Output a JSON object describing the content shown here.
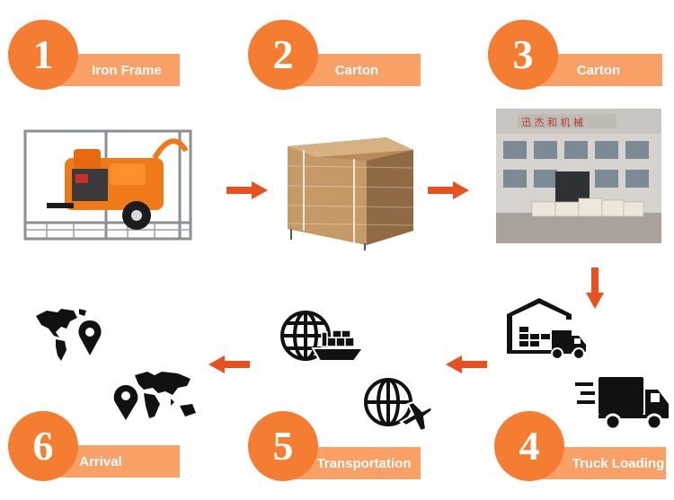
{
  "steps": [
    {
      "number": "1",
      "label": "Iron Frame"
    },
    {
      "number": "2",
      "label": "Carton"
    },
    {
      "number": "3",
      "label": "Carton"
    },
    {
      "number": "4",
      "label": "Truck Loading"
    },
    {
      "number": "5",
      "label": "Transportation"
    },
    {
      "number": "6",
      "label": "Arrival"
    }
  ],
  "photo_signboard_text": "迅 杰 和 机 械",
  "colors": {
    "accent": "#f47d31",
    "banner": "#f9a067",
    "arrow": "#e8501f",
    "icon": "#111111"
  },
  "icons": [
    "warehouse-truck-icon",
    "delivery-truck-icon",
    "globe-ship-icon",
    "globe-plane-icon",
    "world-map-pin-icon"
  ]
}
